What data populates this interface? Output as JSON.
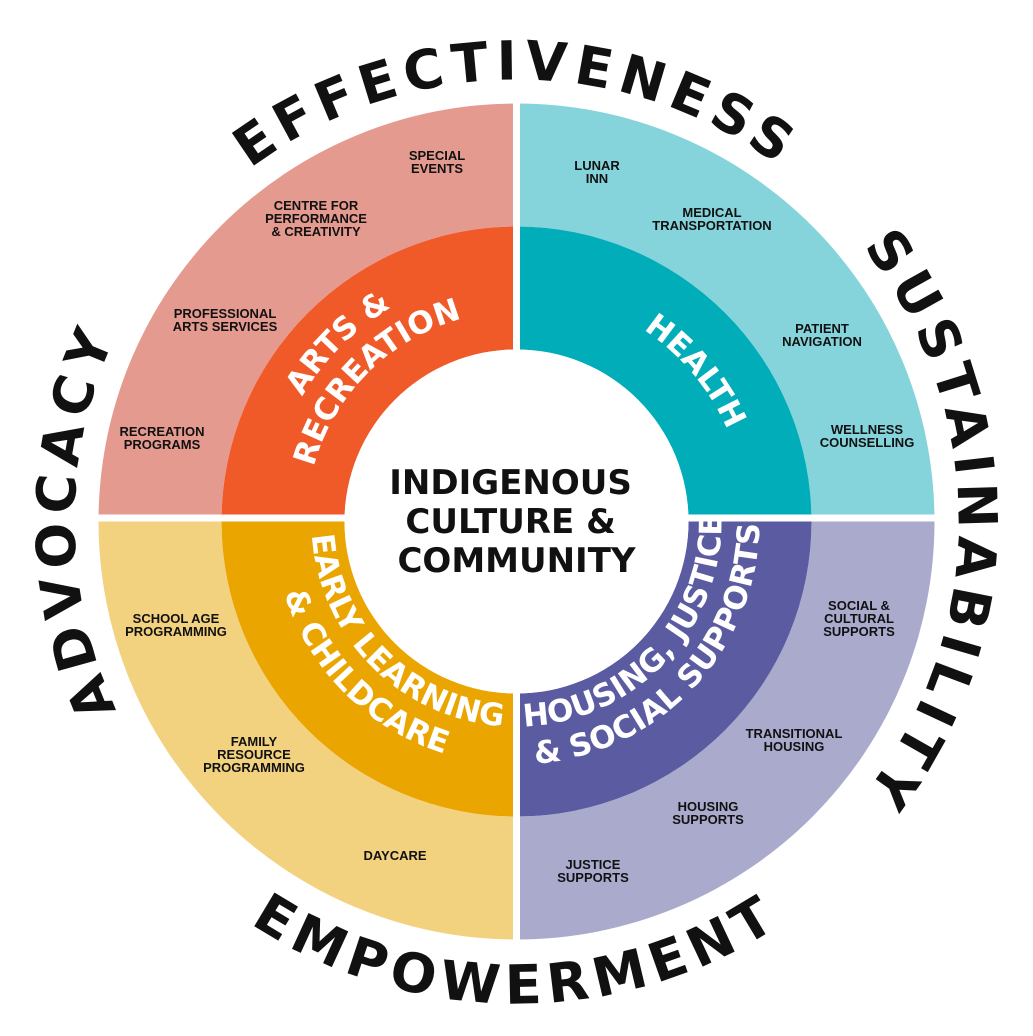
{
  "diagram": {
    "center": {
      "lines": [
        "INDIGENOUS",
        "CULTURE &",
        "COMMUNITY"
      ]
    },
    "ring_words": {
      "top": "EFFECTIVENESS",
      "right": "SUSTAINABILITY",
      "bottom": "EMPOWERMENT",
      "left": "ADVOCACY"
    },
    "quadrants": [
      {
        "id": "arts",
        "title_lines": [
          "ARTS &",
          "RECREATION"
        ],
        "inner_color": "#f05a28",
        "outer_color": "#e59a90",
        "items": [
          {
            "lines": [
              "SPECIAL",
              "EVENTS"
            ]
          },
          {
            "lines": [
              "CENTRE FOR",
              "PERFORMANCE",
              "& CREATIVITY"
            ]
          },
          {
            "lines": [
              "PROFESSIONAL",
              "ARTS SERVICES"
            ]
          },
          {
            "lines": [
              "RECREATION",
              "PROGRAMS"
            ]
          }
        ]
      },
      {
        "id": "health",
        "title_lines": [
          "HEALTH"
        ],
        "inner_color": "#00adb9",
        "outer_color": "#85d4dc",
        "items": [
          {
            "lines": [
              "LUNAR",
              "INN"
            ]
          },
          {
            "lines": [
              "MEDICAL",
              "TRANSPORTATION"
            ]
          },
          {
            "lines": [
              "PATIENT",
              "NAVIGATION"
            ]
          },
          {
            "lines": [
              "WELLNESS",
              "COUNSELLING"
            ]
          }
        ]
      },
      {
        "id": "housing",
        "title_lines": [
          "HOUSING, JUSTICE",
          "& SOCIAL SUPPORTS"
        ],
        "inner_color": "#5b5ba1",
        "outer_color": "#aaaacd",
        "items": [
          {
            "lines": [
              "SOCIAL &",
              "CULTURAL",
              "SUPPORTS"
            ]
          },
          {
            "lines": [
              "TRANSITIONAL",
              "HOUSING"
            ]
          },
          {
            "lines": [
              "HOUSING",
              "SUPPORTS"
            ]
          },
          {
            "lines": [
              "JUSTICE",
              "SUPPORTS"
            ]
          }
        ]
      },
      {
        "id": "early",
        "title_lines": [
          "EARLY LEARNING",
          "& CHILDCARE"
        ],
        "inner_color": "#eaa500",
        "outer_color": "#f3d27f",
        "items": [
          {
            "lines": [
              "SCHOOL AGE",
              "PROGRAMMING"
            ]
          },
          {
            "lines": [
              "FAMILY",
              "RESOURCE",
              "PROGRAMMING"
            ]
          },
          {
            "lines": [
              "DAYCARE"
            ]
          }
        ]
      }
    ]
  }
}
